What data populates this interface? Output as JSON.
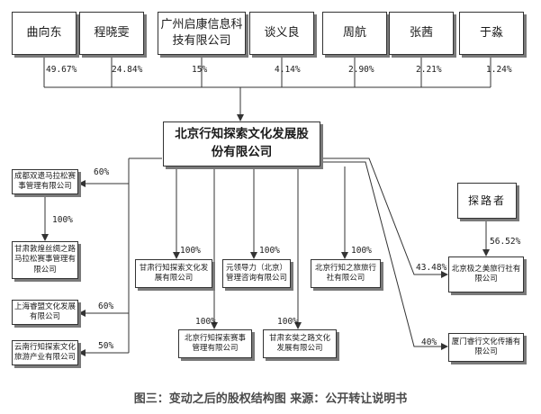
{
  "shareholders": [
    {
      "name": "曲向东",
      "pct": "49.67%"
    },
    {
      "name": "程晓雯",
      "pct": "24.84%"
    },
    {
      "name": "广州启康信息科技有限公司",
      "pct": "15%"
    },
    {
      "name": "谈义良",
      "pct": "4.14%"
    },
    {
      "name": "周航",
      "pct": "2.90%"
    },
    {
      "name": "张茜",
      "pct": "2.21%"
    },
    {
      "name": "于淼",
      "pct": "1.24%"
    }
  ],
  "company": {
    "name": "北京行知探索文化发展股份有限公司"
  },
  "left_subs": [
    {
      "name": "成都双遗马拉松赛事管理有限公司",
      "pct": "60%"
    },
    {
      "name": "甘肃敦煌丝绸之路马拉松赛事管理有限公司",
      "pct": "100%"
    },
    {
      "name": "上海睿盟文化发展有限公司",
      "pct": "60%"
    },
    {
      "name": "云南行知探索文化旅游产业有限公司",
      "pct": "50%"
    }
  ],
  "middle_subs": [
    {
      "name": "甘肃行知探索文化发展有限公司",
      "pct": "100%"
    },
    {
      "name": "元领导力（北京）管理咨询有限公司",
      "pct": "100%"
    },
    {
      "name": "北京行知之旅旅行社有限公司",
      "pct": "100%"
    },
    {
      "name": "北京行知探索赛事管理有限公司",
      "pct": "100%"
    },
    {
      "name": "甘肃玄奘之路文化发展有限公司",
      "pct": "100%"
    }
  ],
  "right": {
    "explorer": {
      "name": "探路者"
    },
    "jiyue": {
      "name": "北京极之美旅行社有限公司",
      "explorer_pct": "56.52%",
      "company_pct": "43.48%"
    },
    "xiamen": {
      "name": "厦门睿行文化传播有限公司",
      "pct": "40%"
    }
  },
  "caption": "图三：变动之后的股权结构图 来源：公开转让说明书"
}
